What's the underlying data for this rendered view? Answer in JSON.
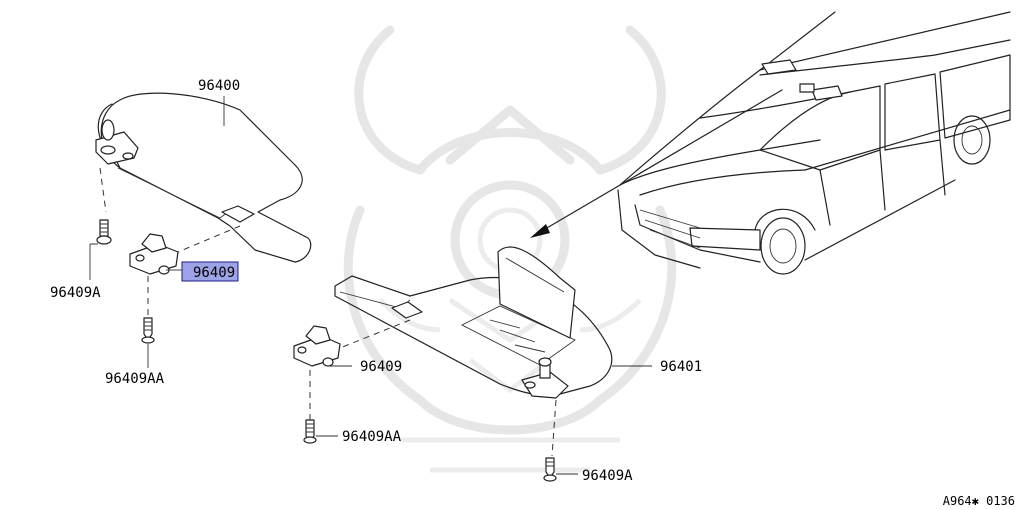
{
  "parts": [
    {
      "id": "label-96400",
      "number": "96400",
      "highlighted": false
    },
    {
      "id": "label-96409-left",
      "number": "96409",
      "highlighted": true
    },
    {
      "id": "label-96409a-left",
      "number": "96409A",
      "highlighted": false
    },
    {
      "id": "label-96409aa-left",
      "number": "96409AA",
      "highlighted": false
    },
    {
      "id": "label-96409-right",
      "number": "96409",
      "highlighted": false
    },
    {
      "id": "label-96401",
      "number": "96401",
      "highlighted": false
    },
    {
      "id": "label-96409aa-right",
      "number": "96409AA",
      "highlighted": false
    },
    {
      "id": "label-96409a-right",
      "number": "96409A",
      "highlighted": false
    }
  ],
  "diagram_code": "A964✱ 0136",
  "colors": {
    "highlight": "#9da3e6",
    "line": "#222222",
    "watermark": "#e6e6e6"
  }
}
